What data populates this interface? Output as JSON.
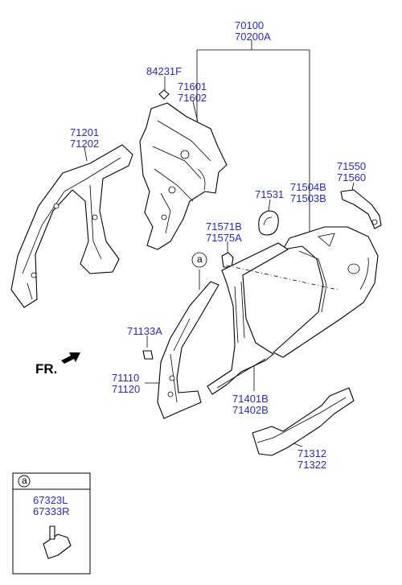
{
  "labels": {
    "assembly_a": "70100",
    "assembly_b": "70200A",
    "bracket": "84231F",
    "rear_inner_a": "71601",
    "rear_inner_b": "71602",
    "panel_left_a": "71201",
    "panel_left_b": "71202",
    "fuel_cap": "71531",
    "quarter_a": "71504B",
    "quarter_b": "71503B",
    "bracket_rear_a": "71550",
    "bracket_rear_b": "71560",
    "roof_rail_a": "71571B",
    "roof_rail_b": "71575A",
    "clip": "71133A",
    "front_pillar_a": "71110",
    "front_pillar_b": "71120",
    "side_outer_a": "71401B",
    "side_outer_b": "71402B",
    "sill_a": "71312",
    "sill_b": "71322",
    "inset_part_a": "67323L",
    "inset_part_b": "67333R"
  },
  "callout_letter": "a",
  "inset_letter": "a",
  "direction_label": "FR."
}
